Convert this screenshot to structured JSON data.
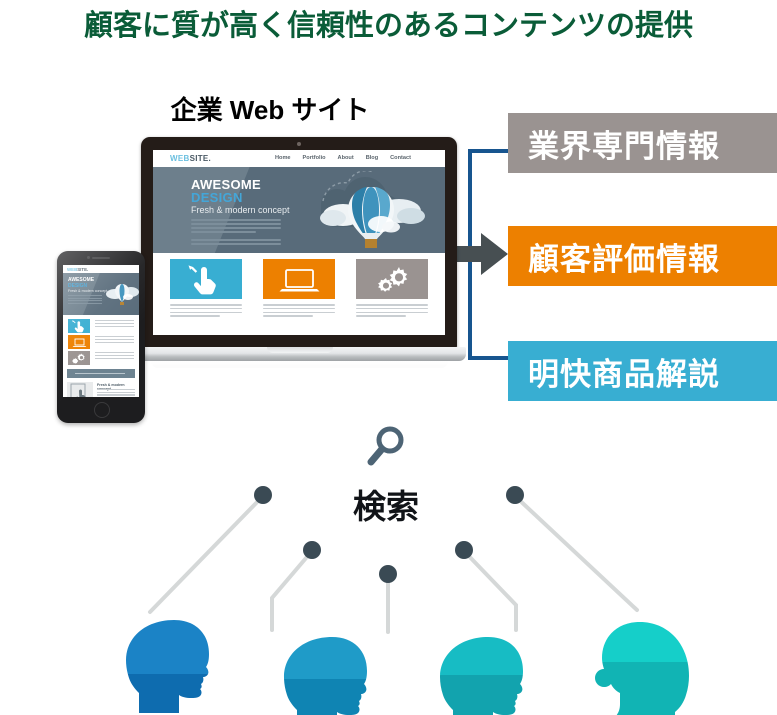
{
  "title": "顧客に質が高く信頼性のあるコンテンツの提供",
  "subtitle": "企業 Web サイト",
  "label_boxes": [
    {
      "text": "業界専門情報",
      "color": "#9a9391"
    },
    {
      "text": "顧客評価情報",
      "color": "#ed8000"
    },
    {
      "text": "明快商品解説",
      "color": "#38aed2"
    }
  ],
  "connector": {
    "color": "#17558f",
    "arrow_color": "#474f52"
  },
  "search": {
    "label": "検索",
    "icon": "magnifier-icon",
    "icon_color": "#4d6475"
  },
  "website": {
    "logo_part1": "WEB",
    "logo_part2": "SITE.",
    "nav": [
      "Home",
      "Portfolio",
      "About",
      "Blog",
      "Contact"
    ],
    "hero_line1": "AWESOME",
    "hero_line2": "DESIGN",
    "hero_tagline": "Fresh & modern concept",
    "hero_bg": "#586b7a",
    "cards": [
      {
        "icon": "hand-pointer-icon",
        "color": "#38aed2"
      },
      {
        "icon": "laptop-icon",
        "color": "#ed8000"
      },
      {
        "icon": "gears-icon",
        "color": "#9a9391"
      }
    ],
    "illustration": "hot-air-balloon-clouds"
  },
  "mobile": {
    "logo_part1": "WEB",
    "logo_part2": "SITE.",
    "hero_line1": "AWESOME",
    "hero_line2": "DESIGN",
    "hero_tagline": "Fresh & modern concept",
    "bottom_heading": "Fresh & modern concept",
    "cards": [
      {
        "icon": "hand-pointer-icon",
        "color": "#38aed2"
      },
      {
        "icon": "laptop-icon",
        "color": "#ed8000"
      },
      {
        "icon": "gears-icon",
        "color": "#9a9391"
      }
    ]
  },
  "audience": {
    "node_color": "#3a4a54",
    "line_color": "#d5d8d8",
    "heads": [
      {
        "name": "head-1",
        "top": "#1b83c6",
        "bottom": "#0e6caf",
        "facing": "right"
      },
      {
        "name": "head-2",
        "top": "#1f9bc8",
        "bottom": "#0f84b3",
        "facing": "right"
      },
      {
        "name": "head-3",
        "top": "#17bcc4",
        "bottom": "#12a3ae",
        "facing": "right"
      },
      {
        "name": "head-4",
        "top": "#15cfc9",
        "bottom": "#11b4b4",
        "facing": "left"
      }
    ]
  }
}
